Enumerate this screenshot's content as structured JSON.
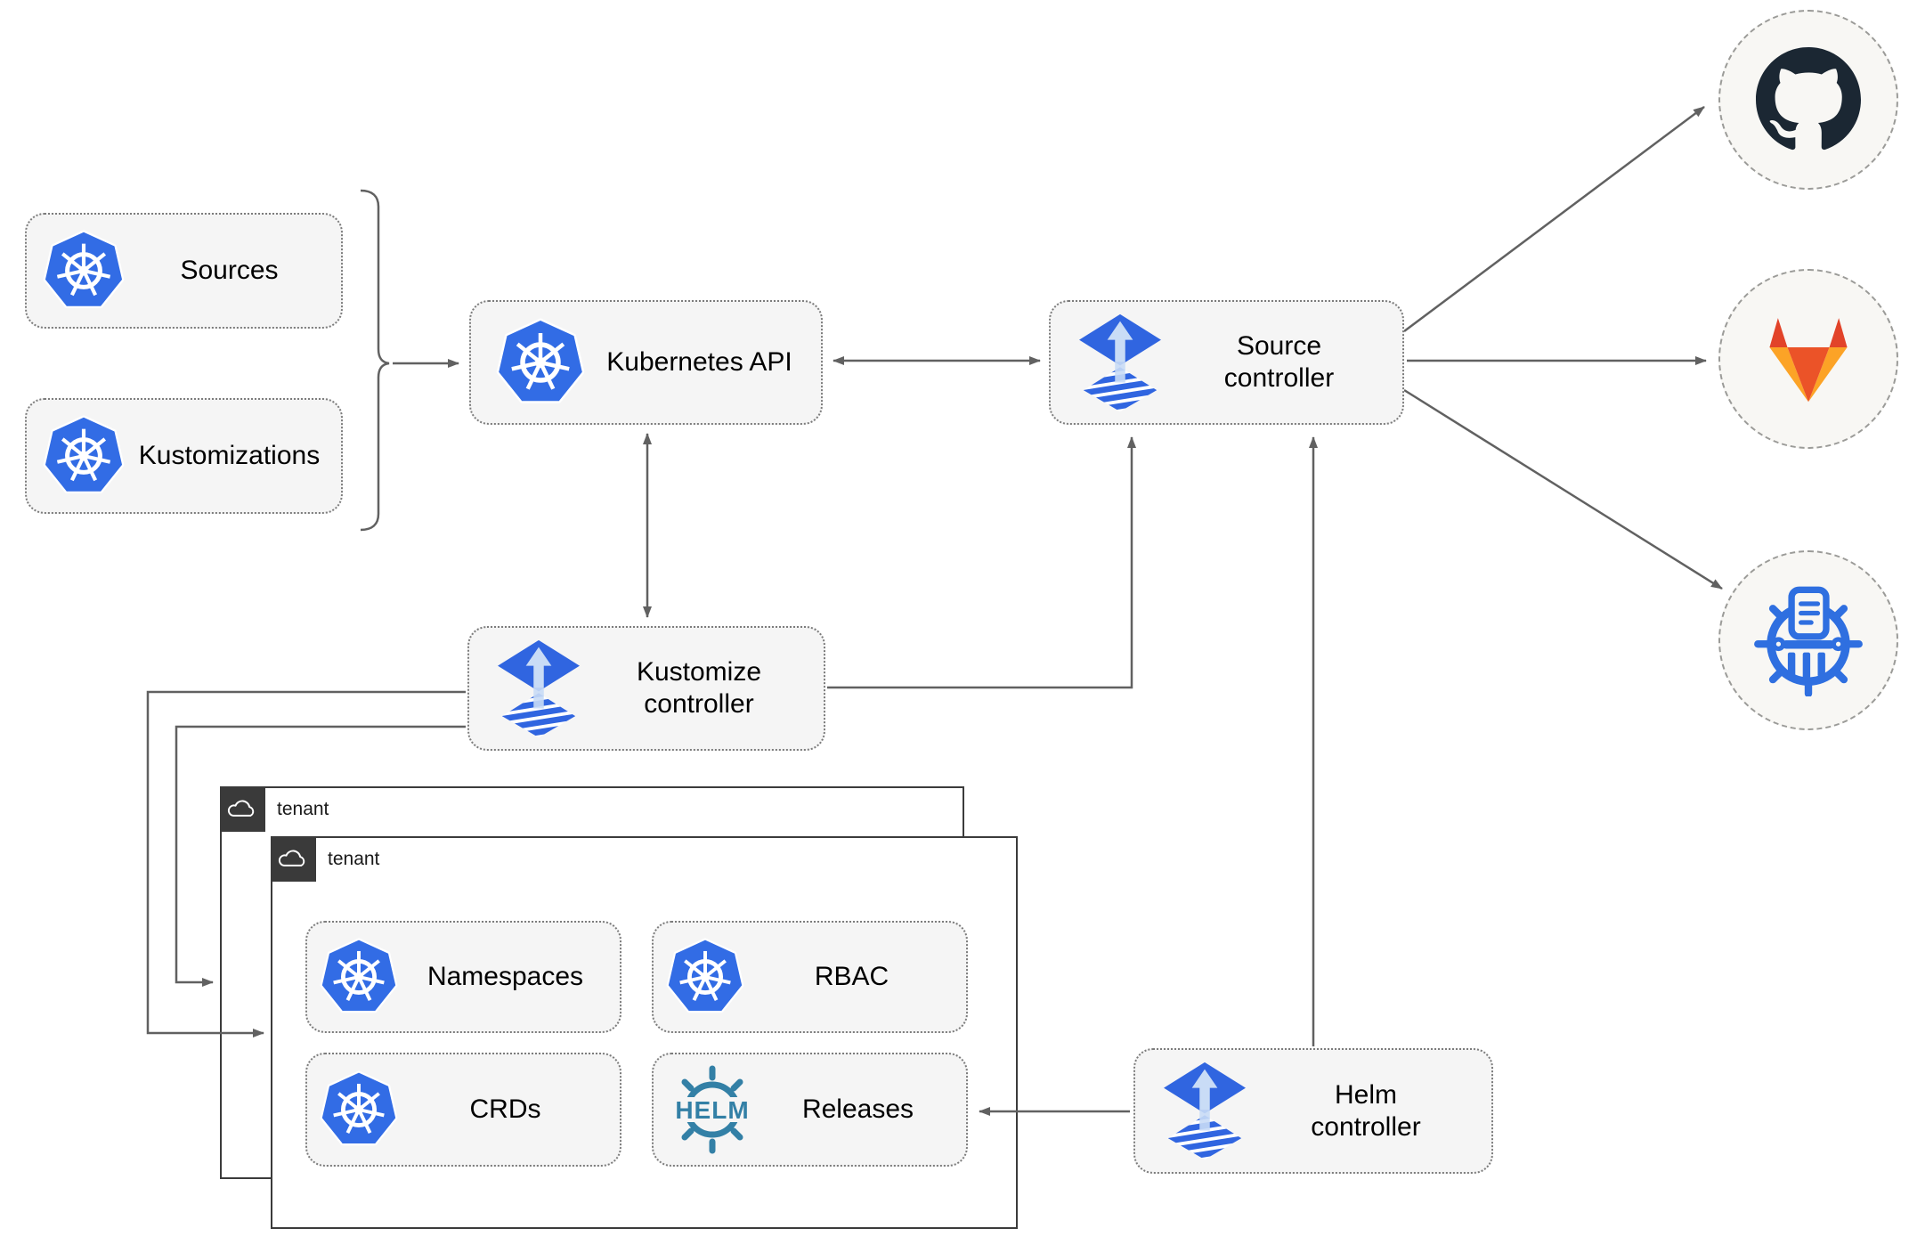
{
  "diagram": {
    "nodes": {
      "sources": "Sources",
      "kustomizations": "Kustomizations",
      "kubernetes_api": "Kubernetes API",
      "source_controller": "Source controller",
      "kustomize_controller": "Kustomize controller",
      "helm_controller": "Helm controller",
      "namespaces": "Namespaces",
      "rbac": "RBAC",
      "crds": "CRDs",
      "releases": "Releases"
    },
    "groups": {
      "tenant_back": "tenant",
      "tenant_front": "tenant"
    },
    "icon_text": {
      "helm_logo": "HELM"
    },
    "colors": {
      "kubernetes_blue": "#326CE5",
      "flux_blue": "#3065E0",
      "flux_light": "#C9DCF6",
      "helm_teal": "#3380A6",
      "github_dark": "#1B2733",
      "gitlab_red_orange": "#E24329",
      "gitlab_orange": "#EB5328",
      "gitlab_amber": "#FCA326",
      "chartmuseum_blue": "#2F6FE0",
      "connector_gray": "#616161",
      "node_fill": "#F5F5F5",
      "tenant_border": "#3B3B3B"
    }
  }
}
